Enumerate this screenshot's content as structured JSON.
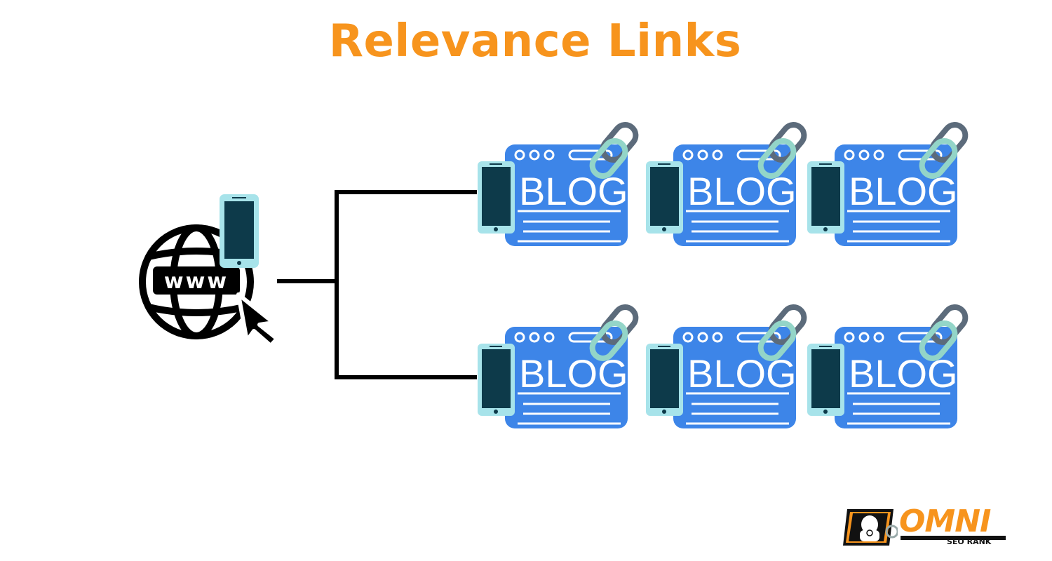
{
  "title": "Relevance Links",
  "source": {
    "globe_label": "www",
    "icons": [
      "globe-icon",
      "smartphone-icon",
      "cursor-icon"
    ]
  },
  "blog_card": {
    "label": "BLOG",
    "icons": [
      "browser-window-icon",
      "smartphone-icon",
      "chain-link-icon"
    ]
  },
  "blog_count": 6,
  "colors": {
    "title": "#F7941D",
    "blog_window": "#3D85E8",
    "phone_screen": "#0D3A4A",
    "phone_frame": "#A7E3EA",
    "link_dark": "#5C6B7B",
    "link_light": "#93D5C8",
    "logo_orange": "#F7941D"
  },
  "logo": {
    "name": "OMNI",
    "tagline": "SEO RANK",
    "icon": "mascot-icon"
  }
}
